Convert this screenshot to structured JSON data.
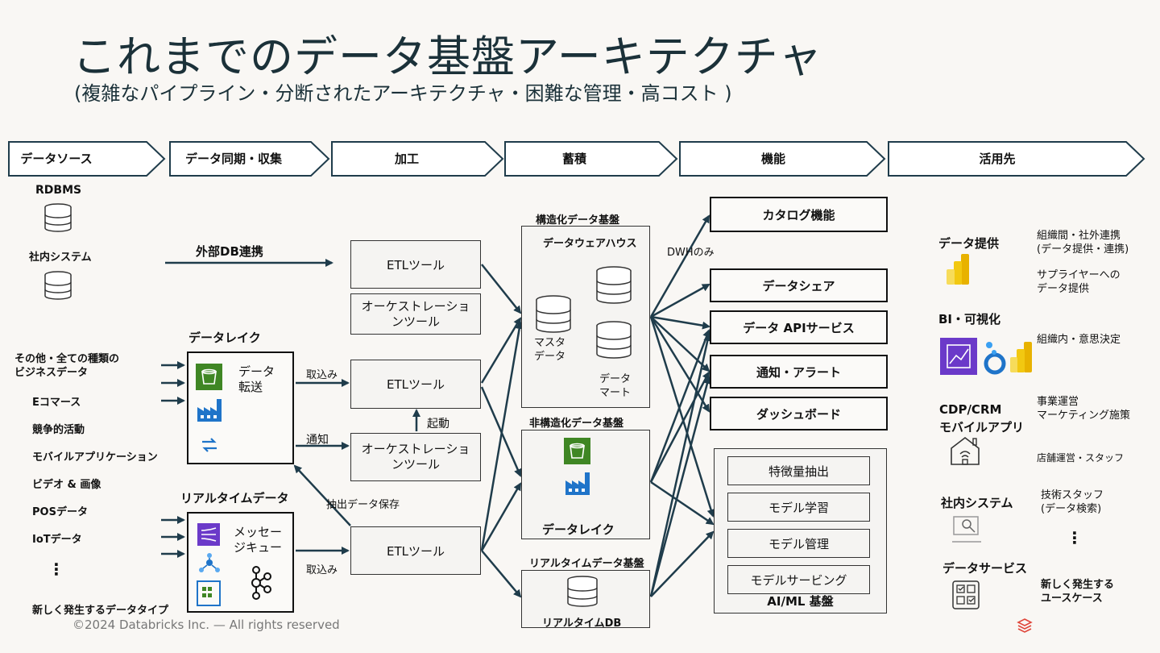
{
  "title": "これまでのデータ基盤アーキテクチャ",
  "subtitle": "(複雑なパイプライン・分断されたアーキテクチャ・困難な管理・高コスト )",
  "stages": [
    "データソース",
    "データ同期・収集",
    "加工",
    "蓄積",
    "機能",
    "活用先"
  ],
  "sources": {
    "rdbms": "RDBMS",
    "internal": "社内システム",
    "other": "その他・全ての種類の\nビジネスデータ",
    "items": [
      "Eコマース",
      "競争的活動",
      "モバイルアプリケーション",
      "ビデオ & 画像",
      "POSデータ",
      "IoTデータ"
    ],
    "ellipsis": "⋮",
    "new_types": "新しく発生するデータタイプ"
  },
  "sync": {
    "external_db": "外部DB連携",
    "datalake_title": "データレイク",
    "datalake_transfer": "データ\n転送",
    "realtime_title": "リアルタイムデータ",
    "message_queue": "メッセー\nジキュー"
  },
  "process": {
    "etl1": "ETLツール",
    "orch1": "オーケストレーショ\nンツール",
    "etl2": "ETLツール",
    "orch2": "オーケストレーショ\nンツール",
    "etl3": "ETLツール",
    "ingest1": "取込み",
    "notify": "通知",
    "trigger": "起動",
    "extract_save": "抽出データ保存",
    "ingest2": "取込み"
  },
  "storage": {
    "structured": "構造化データ基盤",
    "dwh": "データウェアハウス",
    "master": "マスタ\nデータ",
    "mart": "データ\nマート",
    "unstructured": "非構造化データ基盤",
    "datalake": "データレイク",
    "realtime": "リアルタイムデータ基盤",
    "realtime_db": "リアルタイムDB"
  },
  "functions": {
    "dwh_only": "DWHのみ",
    "catalog": "カタログ機能",
    "share": "データシェア",
    "api": "データ APIサービス",
    "alert": "通知・アラート",
    "dashboard": "ダッシュボード",
    "aiml_title": "AI/ML 基盤",
    "aiml_items": [
      "特徴量抽出",
      "モデル学習",
      "モデル管理",
      "モデルサービング"
    ]
  },
  "usage": {
    "data_provide": "データ提供",
    "data_provide_desc1": "組織間・社外連携\n(データ提供・連携)",
    "data_provide_desc2": "サプライヤーへの\nデータ提供",
    "bi": "BI・可視化",
    "bi_desc": "組織内・意思決定",
    "cdp": "CDP/CRM\nモバイルアプリ",
    "cdp_desc1": "事業運営\nマーケティング施策",
    "cdp_desc2": "店舗運営・スタッフ",
    "internal": "社内システム",
    "internal_desc": "技術スタッフ\n(データ検索)",
    "ellipsis": "⋮",
    "data_service": "データサービス",
    "new_use": "新しく発生する\nユースケース"
  },
  "footer": "©2024 Databricks Inc. — All rights reserved",
  "colors": {
    "arrow": "#1f3c4b",
    "title": "#1b3139",
    "stage_border": "#1f3c4b",
    "aws_green": "#3f8624",
    "azure_blue": "#1f74c9",
    "kinesis": "#6b3ac9",
    "powerbi": "#f2c811"
  }
}
